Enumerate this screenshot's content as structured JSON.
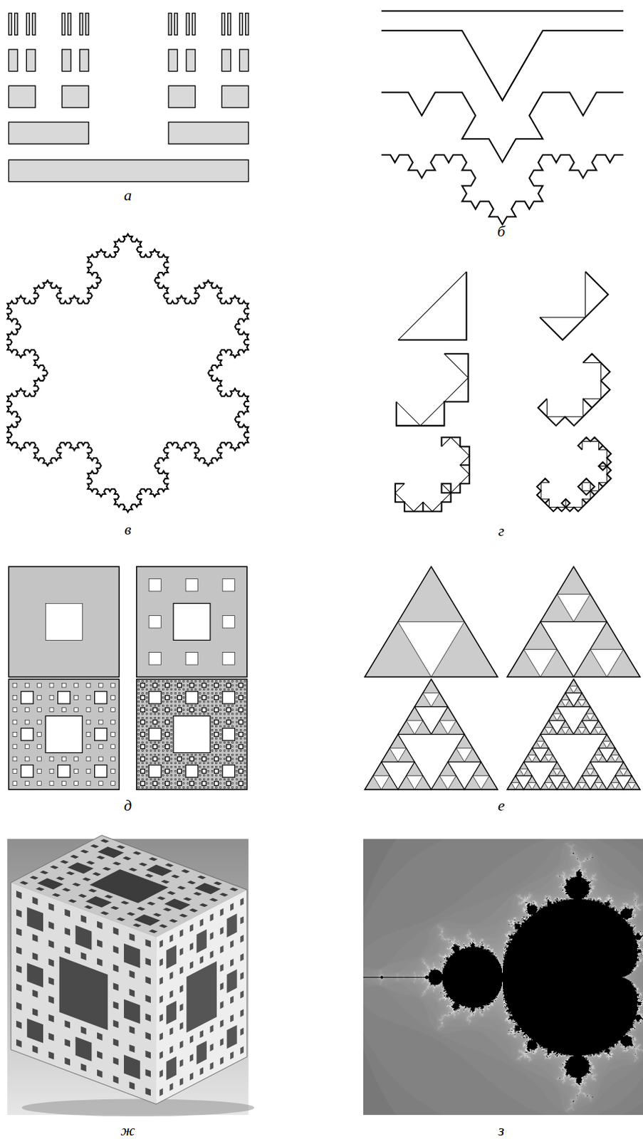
{
  "diagram": {
    "labels": [
      "а",
      "б",
      "в",
      "г",
      "д",
      "е",
      "ж",
      "з"
    ]
  }
}
